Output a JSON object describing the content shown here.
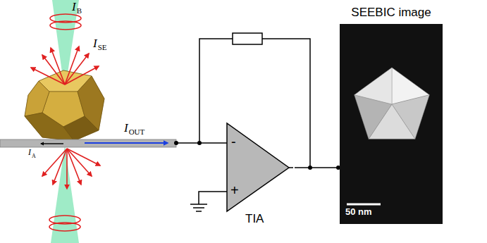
{
  "diagram": {
    "nodes": [
      {
        "text": [
          "-",
          "+",
          "TIA"
        ]
      },
      {
        "text": [
          "SEEBIC image",
          "50 nm"
        ]
      }
    ],
    "edges": [
      {
        "from": 0,
        "to": 1,
        "arrow": "none"
      }
    ],
    "labels": [
      "IB",
      "ISE",
      "IOUT",
      "IA"
    ]
  }
}
